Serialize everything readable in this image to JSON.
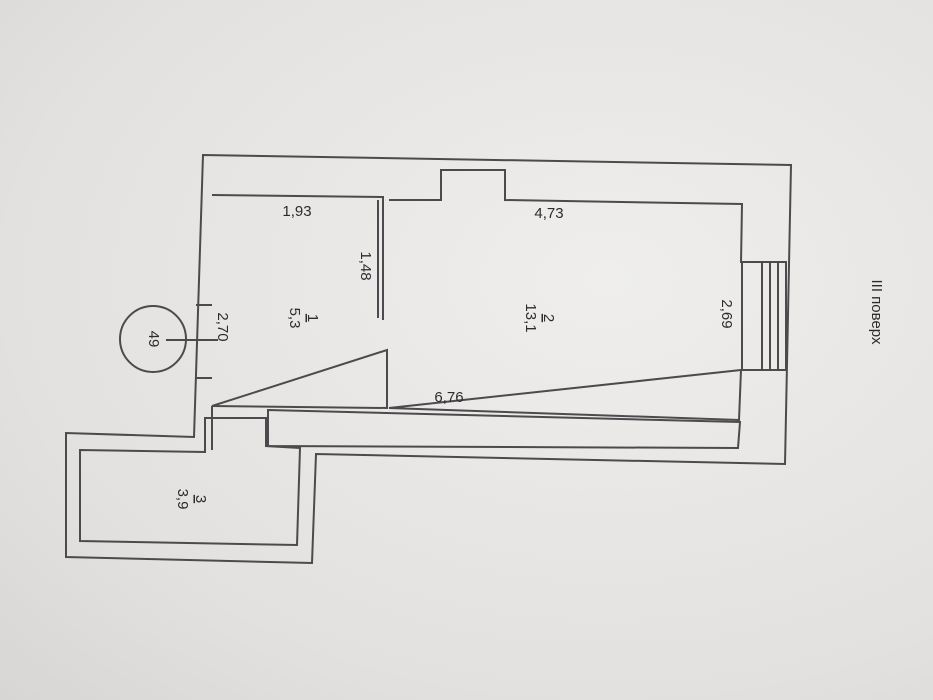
{
  "floor_label": "III поверх",
  "building_number": "49",
  "rooms": [
    {
      "number": "1",
      "area": "5,3"
    },
    {
      "number": "2",
      "area": "13,1"
    },
    {
      "number": "3",
      "area": "3,9"
    }
  ],
  "dimensions": {
    "d_193": "1,93",
    "d_148": "1,48",
    "d_270": "2,70",
    "d_473": "4,73",
    "d_269": "2,69",
    "d_676": "6,76"
  }
}
